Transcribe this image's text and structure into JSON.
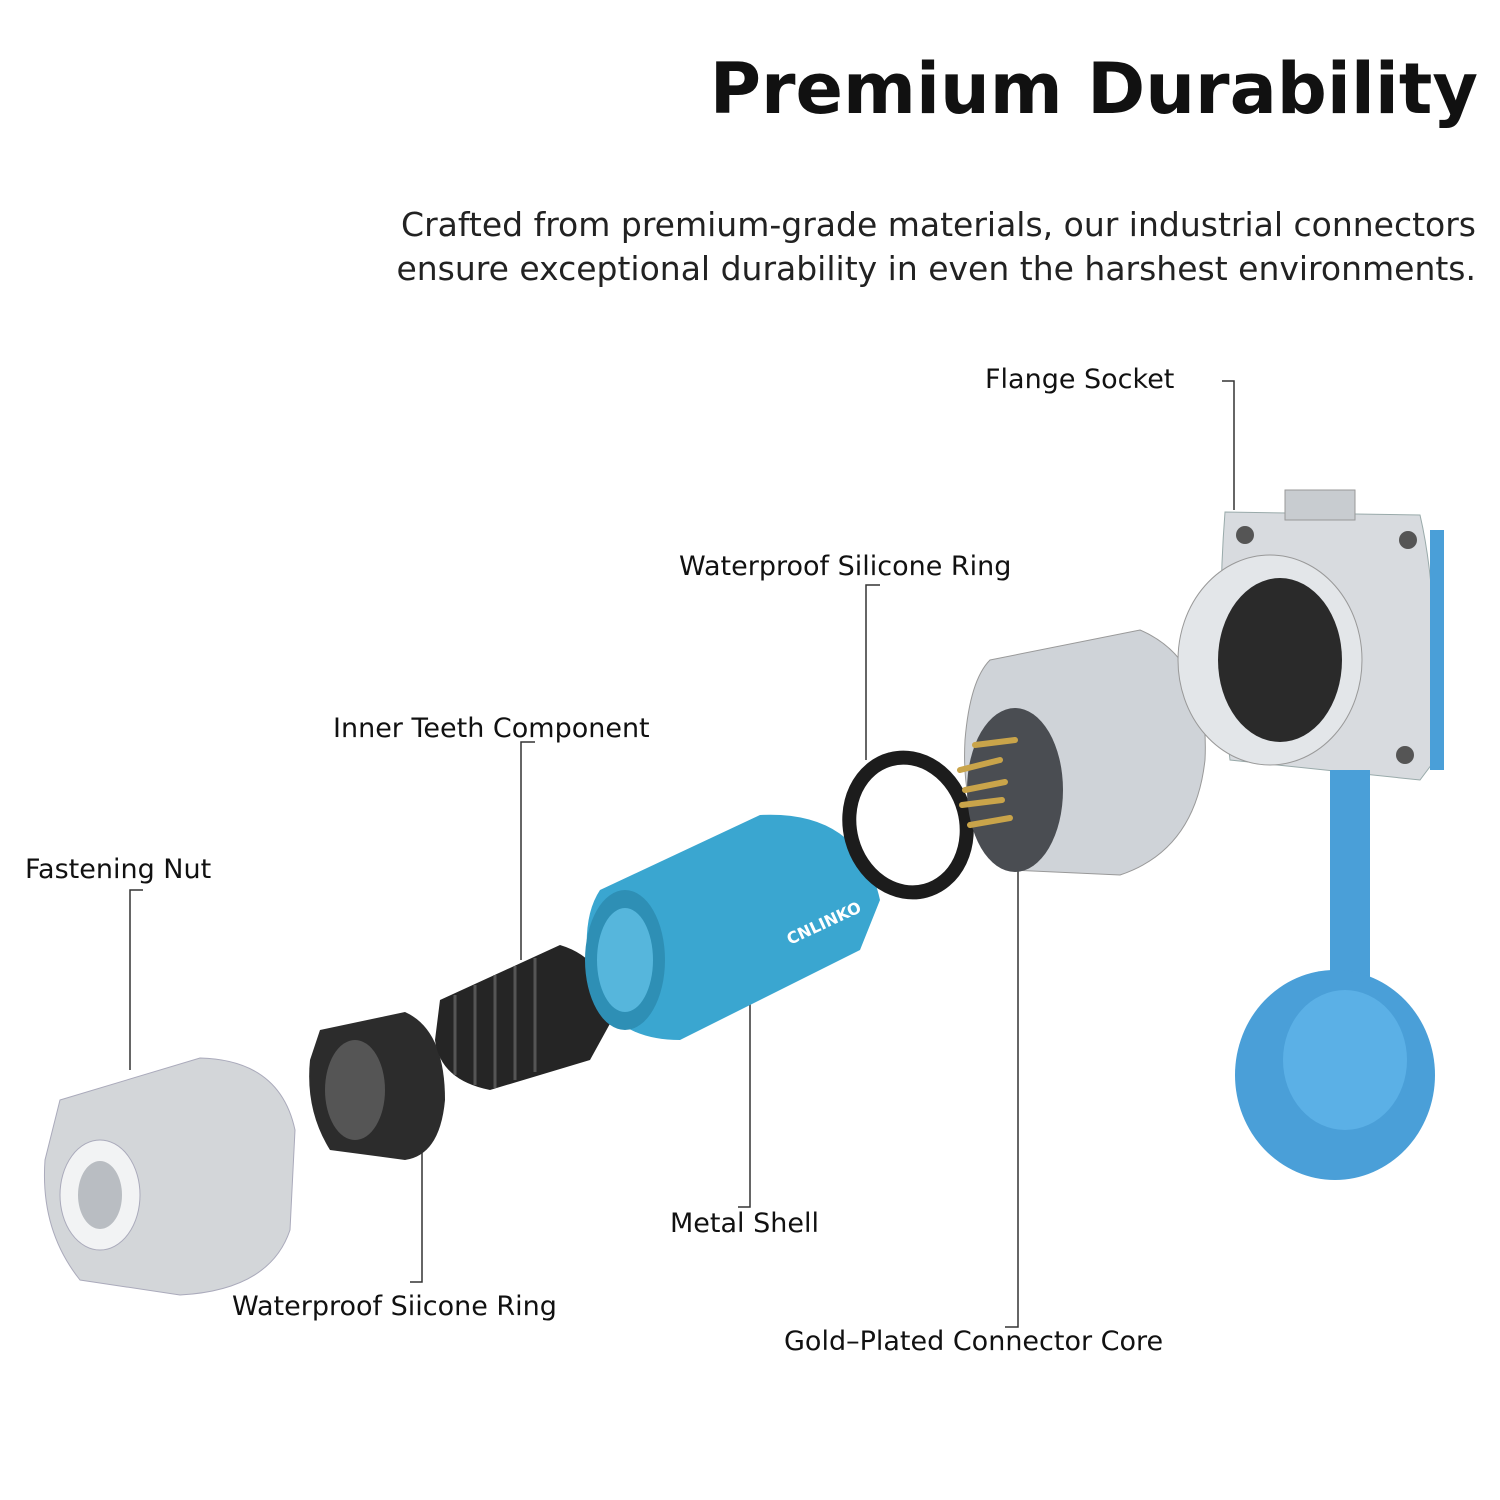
{
  "header": {
    "title": "Premium Durability",
    "subtitle_lines": [
      "Crafted from premium-grade materials, our  industrial  connectors",
      "ensure exceptional  durability in even the harshest  environments."
    ]
  },
  "labels": {
    "flange_socket": "Flange Socket",
    "silicone_ring_top": "Waterproof Silicone Ring",
    "inner_teeth": "Inner Teeth Component",
    "fastening_nut": "Fastening Nut",
    "silicone_ring_bottom": "Waterproof Siicone Ring",
    "metal_shell": "Metal Shell",
    "connector_core": "Gold–Plated Connector Core"
  },
  "brand": "CNLINKO",
  "colors": {
    "accent_blue": "#3aa6d0",
    "cap_blue": "#4a9fd8",
    "metal": "#c8ccd0",
    "black_part": "#2a2a2a",
    "gold": "#c9a44a"
  }
}
